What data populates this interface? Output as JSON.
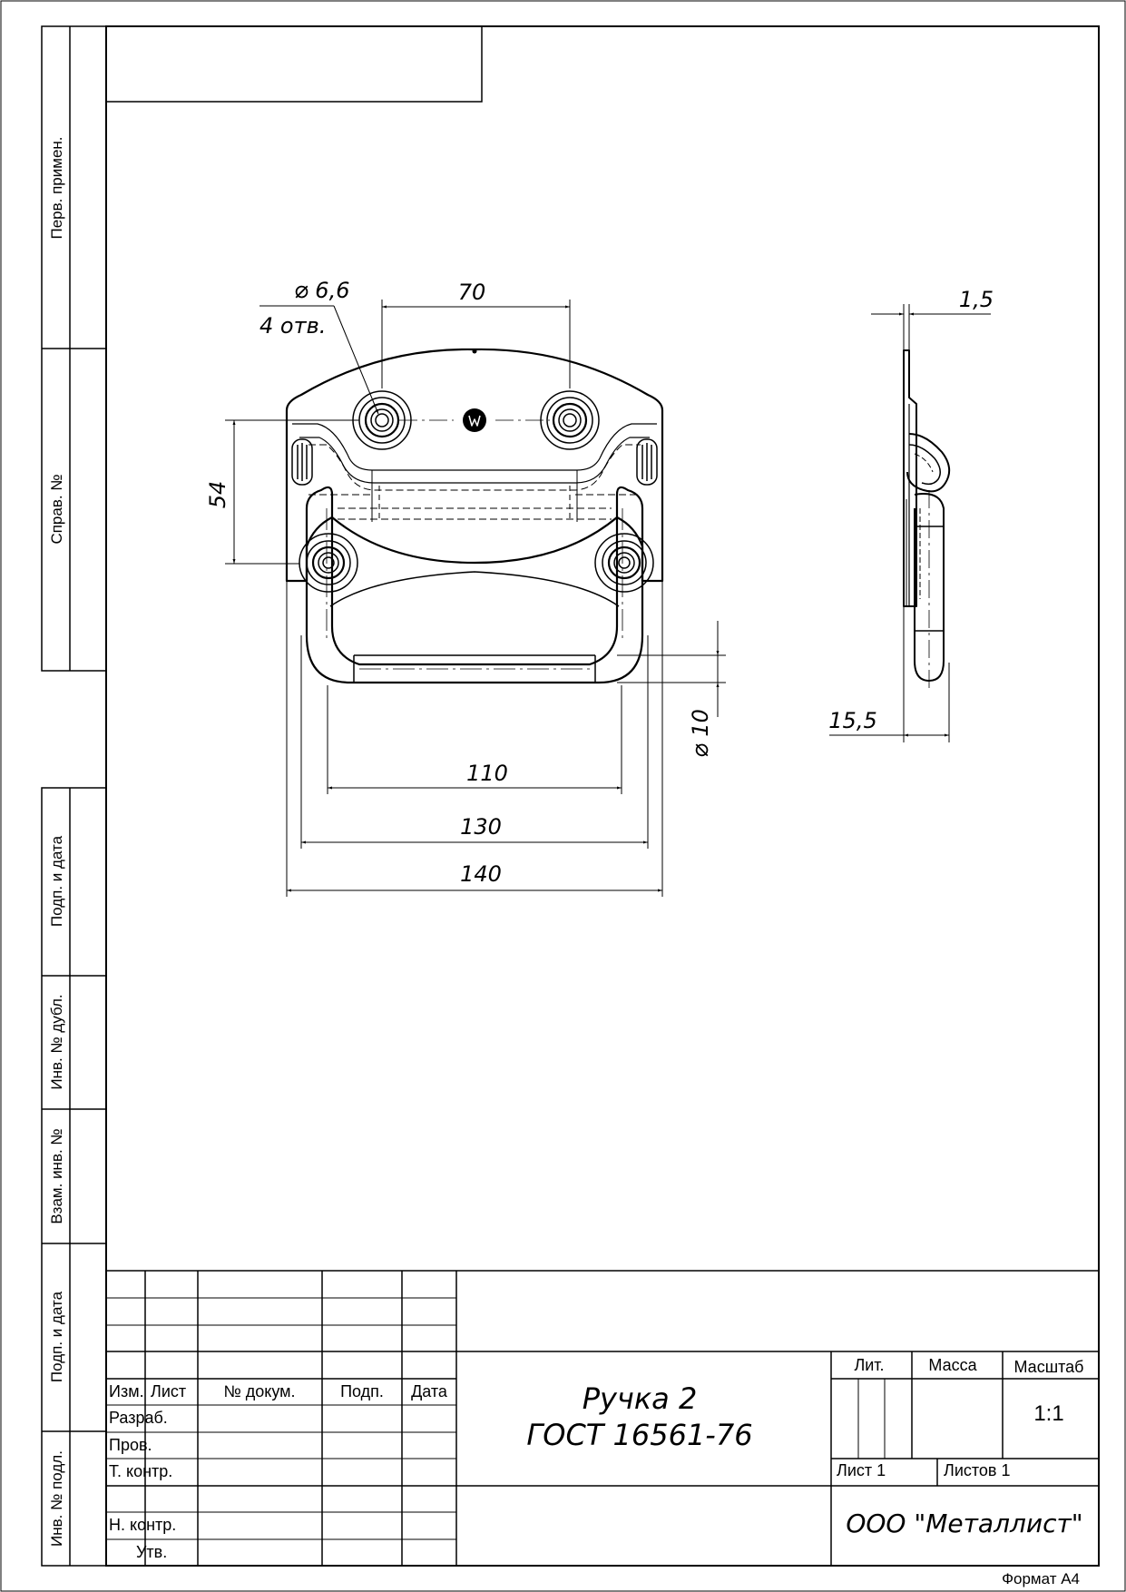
{
  "side_stamps": {
    "perv_primen": "Перв. примен.",
    "sprav_no": "Справ. №",
    "podp_data_1": "Подп. и дата",
    "inv_dubl": "Инв. № дубл.",
    "vzam_inv": "Взам. инв. №",
    "podp_data_2": "Подп. и дата",
    "inv_podl": "Инв. № подл."
  },
  "dimensions": {
    "hole_dia": "6,6",
    "hole_count": "4 отв.",
    "hole_spacing": "70",
    "vertical_spacing": "54",
    "inner_width": "110",
    "mid_width": "130",
    "outer_width": "140",
    "rod_dia": "10",
    "side_thickness": "1,5",
    "side_depth": "15,5"
  },
  "title_block": {
    "headers": {
      "izm": "Изм.",
      "list": "Лист",
      "doc_no": "№ докум.",
      "podp": "Подп.",
      "data": "Дата"
    },
    "roles": {
      "razrab": "Разраб.",
      "prov": "Пров.",
      "t_kontr": "Т. контр.",
      "n_kontr": "Н. контр.",
      "utv": "Утв."
    },
    "title_line1": "Ручка 2",
    "title_line2": "ГОСТ 16561-76",
    "lit": "Лит.",
    "massa": "Масса",
    "masshtab": "Масштаб",
    "scale_value": "1:1",
    "sheet": "Лист 1",
    "sheets": "Листов 1",
    "company": "ООО \"Металлист\""
  },
  "format": "Формат А4"
}
